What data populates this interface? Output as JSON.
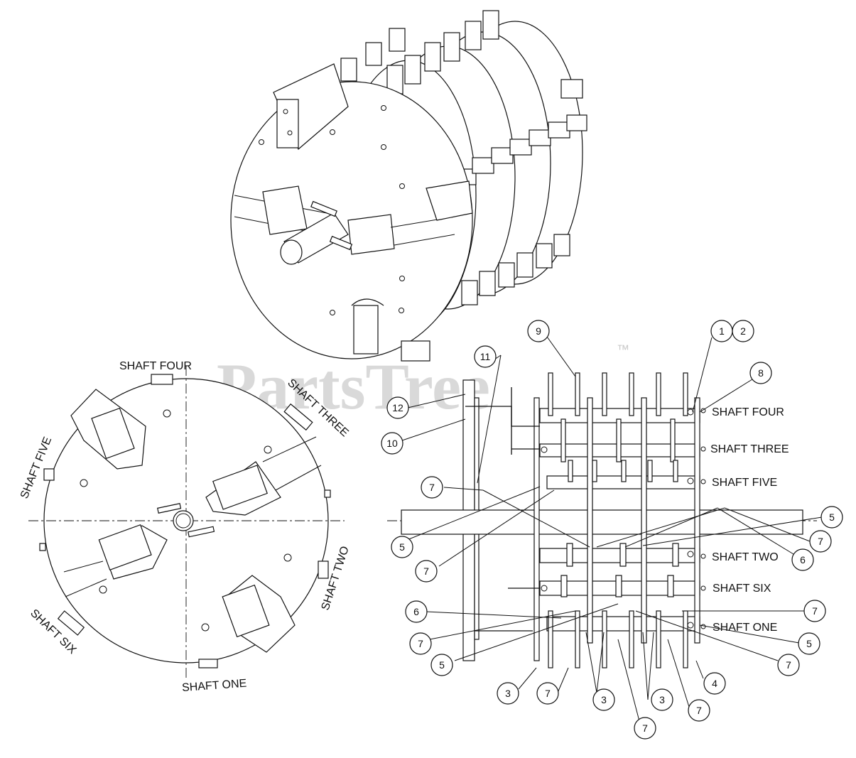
{
  "watermark": {
    "text": "PartsTree",
    "trademark": "™"
  },
  "front_view_labels": {
    "shaft_four": "SHAFT FOUR",
    "shaft_three": "SHAFT THREE",
    "shaft_five": "SHAFT FIVE",
    "shaft_two": "SHAFT TWO",
    "shaft_six": "SHAFT SIX",
    "shaft_one": "SHAFT ONE"
  },
  "side_view_labels": {
    "shaft_four": "SHAFT FOUR",
    "shaft_three": "SHAFT THREE",
    "shaft_five": "SHAFT FIVE",
    "shaft_two": "SHAFT TWO",
    "shaft_six": "SHAFT SIX",
    "shaft_one": "SHAFT ONE"
  },
  "callouts": {
    "c9": "9",
    "c11": "11",
    "c1": "1",
    "c2": "2",
    "c8": "8",
    "c12": "12",
    "c10": "10",
    "c7a": "7",
    "c5a": "5",
    "c7b": "7",
    "c5r1": "5",
    "c7r1": "7",
    "c6r": "6",
    "c6l": "6",
    "c7l2": "7",
    "c5l2": "5",
    "c7r2": "7",
    "c5r2": "5",
    "c7r3": "7",
    "c3a": "3",
    "c7c": "7",
    "c3b": "3",
    "c7d": "7",
    "c3c": "3",
    "c7e": "7",
    "c4": "4"
  }
}
